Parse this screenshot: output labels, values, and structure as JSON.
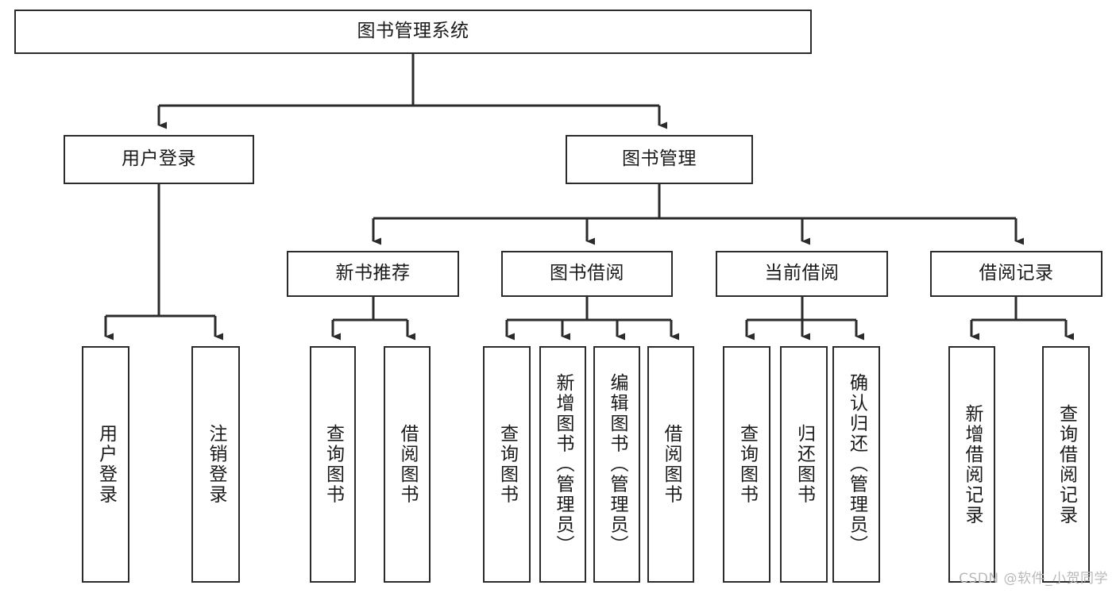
{
  "diagram": {
    "title": "图书管理系统",
    "type": "tree-hierarchy",
    "watermark": "CSDN @软件_小贺同学",
    "colors": {
      "box_border": "#2b2b2b",
      "box_fill": "#ffffff",
      "connector": "#2b2b2b",
      "text": "#1a1a1a",
      "watermark": "#b9b9b9",
      "background": "#ffffff"
    },
    "root": {
      "label": "图书管理系统"
    },
    "level1": [
      {
        "label": "用户登录"
      },
      {
        "label": "图书管理"
      }
    ],
    "level2": [
      {
        "label": "新书推荐"
      },
      {
        "label": "图书借阅"
      },
      {
        "label": "当前借阅"
      },
      {
        "label": "借阅记录"
      }
    ],
    "leaves": {
      "user_login": [
        {
          "label": "用户登录"
        },
        {
          "label": "注销登录"
        }
      ],
      "new_book_recommend": [
        {
          "label": "查询图书"
        },
        {
          "label": "借阅图书"
        }
      ],
      "book_borrow": [
        {
          "label": "查询图书"
        },
        {
          "label": "新增图书（管理员）"
        },
        {
          "label": "编辑图书（管理员）"
        },
        {
          "label": "借阅图书"
        }
      ],
      "current_borrow": [
        {
          "label": "查询图书"
        },
        {
          "label": "归还图书"
        },
        {
          "label": "确认归还（管理员）"
        }
      ],
      "borrow_record": [
        {
          "label": "新增借阅记录"
        },
        {
          "label": "查询借阅记录"
        }
      ]
    }
  }
}
